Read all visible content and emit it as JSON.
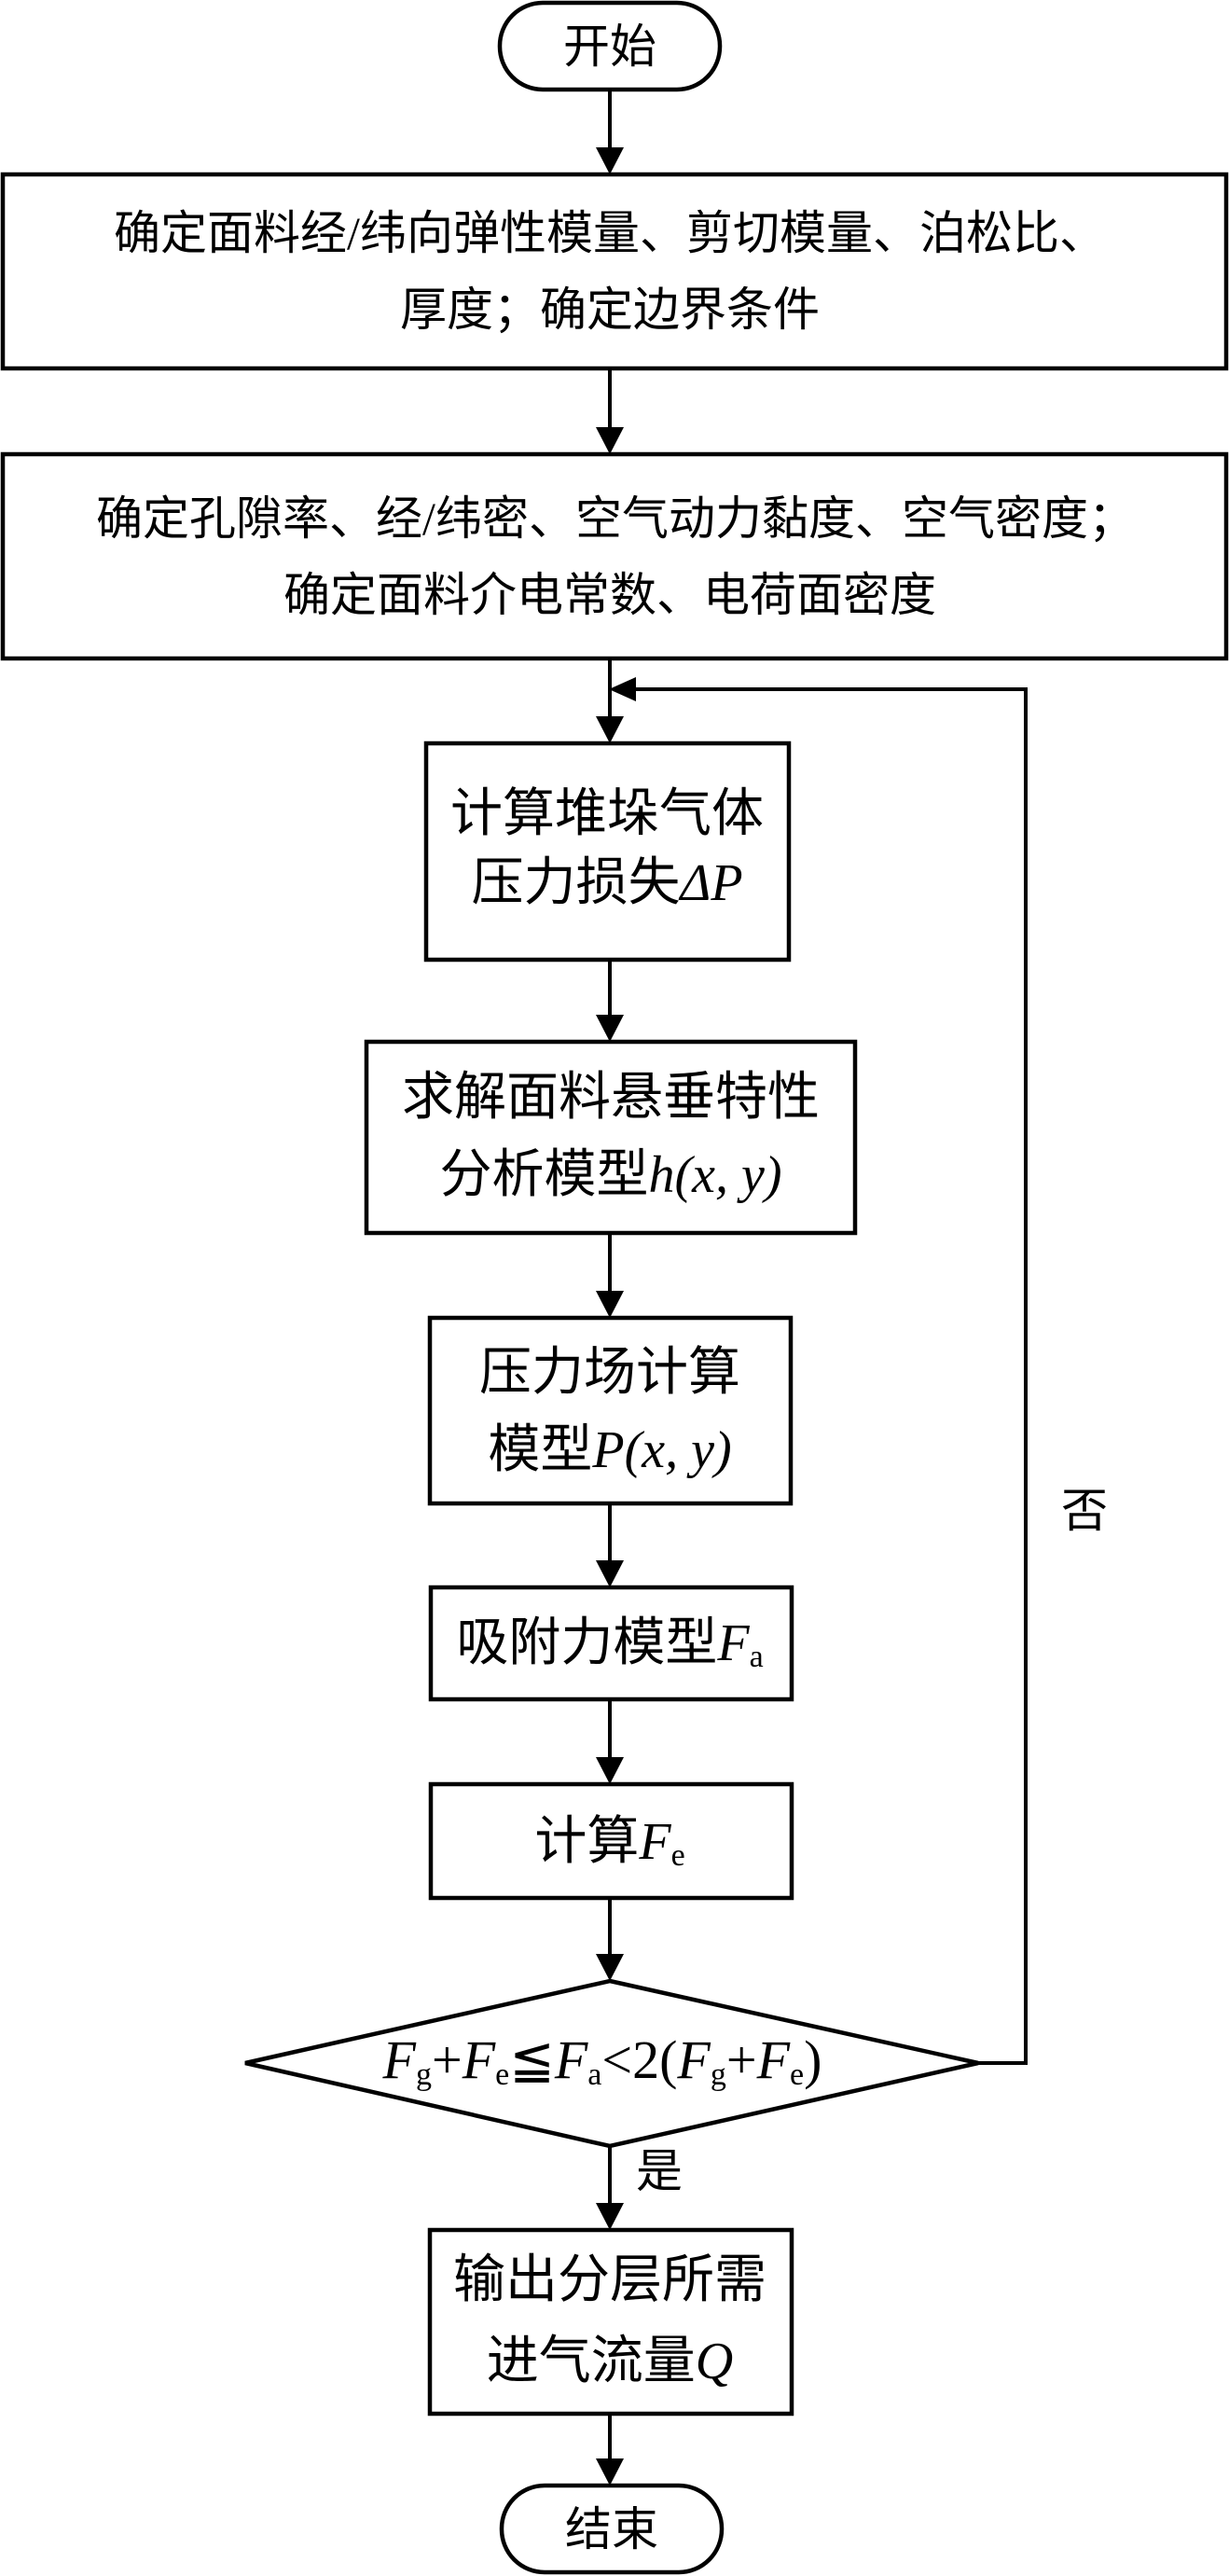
{
  "flowchart": {
    "start": {
      "label": "开始"
    },
    "end": {
      "label": "结束"
    },
    "steps": [
      {
        "lines": [
          "确定面料经/纬向弹性模量、剪切模量、泊松比、",
          "厚度；确定边界条件"
        ]
      },
      {
        "lines": [
          "确定孔隙率、经/纬密、空气动力黏度、空气密度；",
          "确定面料介电常数、电荷面密度"
        ]
      },
      {
        "line1": "计算堆垛气体",
        "line2_text": "压力损失",
        "line2_math": "ΔP"
      },
      {
        "line1": "求解面料悬垂特性",
        "line2_text": "分析模型",
        "line2_math": "h(x, y)"
      },
      {
        "line1": "压力场计算",
        "line2_text": "模型",
        "line2_math": "P(x, y)"
      },
      {
        "text": "吸附力模型",
        "math_var": "F",
        "math_sub": "a"
      },
      {
        "text": "计算",
        "math_var": "F",
        "math_sub": "e"
      },
      {
        "line1": "输出分层所需",
        "line2_text": "进气流量",
        "line2_math": "Q"
      }
    ],
    "decision": {
      "condition_parts": {
        "f": "F",
        "g": "g",
        "e": "e",
        "a": "a",
        "plus": "+",
        "leq": "≦",
        "lt": "<",
        "two": "2",
        "lparen": "(",
        "rparen": ")"
      },
      "yes_label": "是",
      "no_label": "否"
    }
  }
}
